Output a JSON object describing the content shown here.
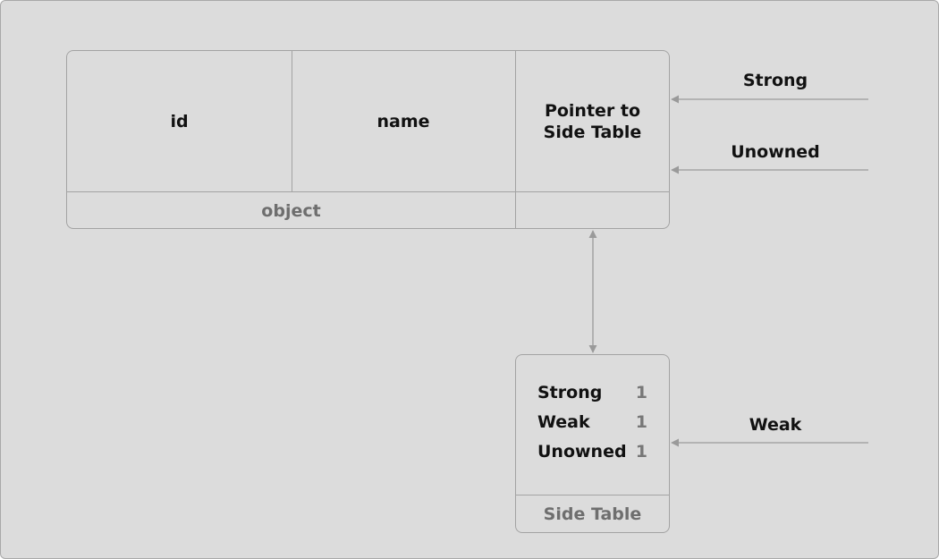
{
  "object_box": {
    "fields": [
      "id",
      "name"
    ],
    "pointer_line1": "Pointer to",
    "pointer_line2": "Side Table",
    "label": "object"
  },
  "side_table": {
    "rows": [
      {
        "name": "Strong",
        "count": "1"
      },
      {
        "name": "Weak",
        "count": "1"
      },
      {
        "name": "Unowned",
        "count": "1"
      }
    ],
    "label": "Side Table"
  },
  "references": {
    "strong": "Strong",
    "unowned": "Unowned",
    "weak": "Weak"
  },
  "colors": {
    "background": "#dcdcdc",
    "border": "#a3a3a3",
    "arrow": "#9a9a9a",
    "muted_text": "#6e6e6e"
  }
}
